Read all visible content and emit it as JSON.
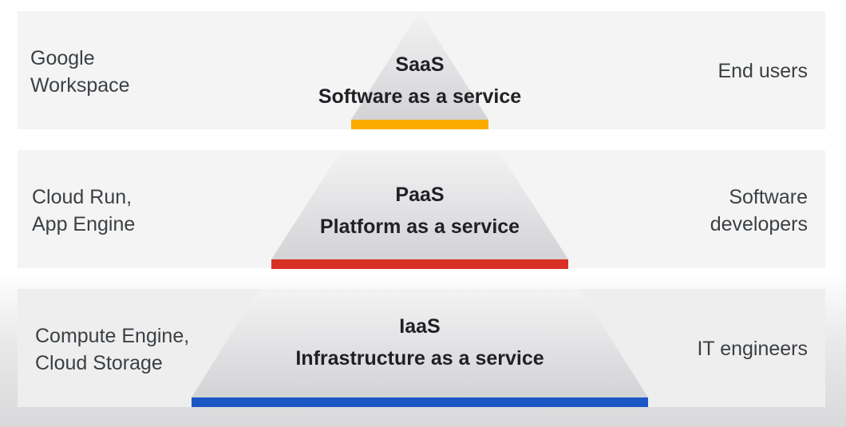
{
  "tiers": [
    {
      "abbr": "SaaS",
      "name": "Software as a service",
      "examples": [
        "Google",
        "Workspace"
      ],
      "audience": [
        "End users"
      ],
      "accent_color": "#f9ab00"
    },
    {
      "abbr": "PaaS",
      "name": "Platform as a service",
      "examples": [
        "Cloud Run,",
        "App Engine"
      ],
      "audience": [
        "Software",
        "developers"
      ],
      "accent_color": "#d93025"
    },
    {
      "abbr": "IaaS",
      "name": "Infrastructure as a service",
      "examples": [
        "Compute Engine,",
        "Cloud Storage"
      ],
      "audience": [
        "IT engineers"
      ],
      "accent_color": "#1a56c4"
    }
  ],
  "colors": {
    "band": "#f4f4f5",
    "pyramid_light": "#f1f1f2",
    "pyramid_dark": "#d2d2d5",
    "text": "#3c4043"
  }
}
